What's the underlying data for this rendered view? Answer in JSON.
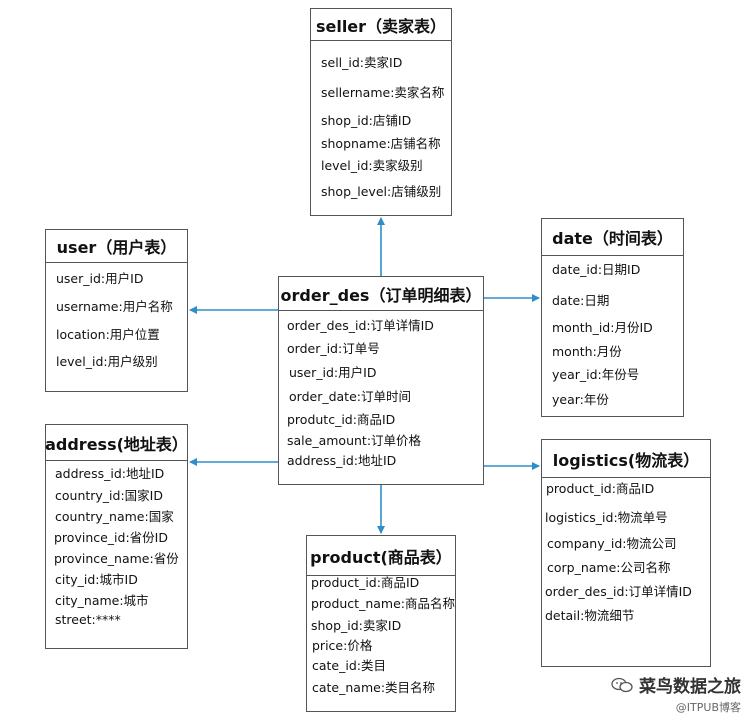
{
  "tables": {
    "seller": {
      "title": "seller（卖家表）",
      "fields": [
        "sell_id:卖家ID",
        "sellername:卖家名称",
        "shop_id:店铺ID",
        "shopname:店铺名称",
        "level_id:卖家级别",
        "shop_level:店铺级别"
      ]
    },
    "user": {
      "title": "user（用户表）",
      "fields": [
        "user_id:用户ID",
        "username:用户名称",
        "location:用户位置",
        "level_id:用户级别"
      ]
    },
    "order_des": {
      "title": "order_des（订单明细表）",
      "fields": [
        "order_des_id:订单详情ID",
        "order_id:订单号",
        "user_id:用户ID",
        "order_date:订单时间",
        "produtc_id:商品ID",
        "sale_amount:订单价格",
        "address_id:地址ID"
      ]
    },
    "date": {
      "title": "date（时间表）",
      "fields": [
        "date_id:日期ID",
        "date:日期",
        "month_id:月份ID",
        "month:月份",
        "year_id:年份号",
        "year:年份"
      ]
    },
    "address": {
      "title": "address(地址表）",
      "fields": [
        "address_id:地址ID",
        "country_id:国家ID",
        "country_name:国家",
        "province_id:省份ID",
        "province_name:省份",
        "city_id:城市ID",
        "city_name:城市",
        "street:****"
      ]
    },
    "logistics": {
      "title": "logistics(物流表）",
      "fields": [
        "product_id:商品ID",
        "logistics_id:物流单号",
        "company_id:物流公司",
        "corp_name:公司名称",
        "order_des_id:订单详情ID",
        "detail:物流细节"
      ]
    },
    "product": {
      "title": "product(商品表）",
      "fields": [
        "product_id:商品ID",
        "product_name:商品名称",
        "shop_id:卖家ID",
        "price:价格",
        "cate_id:类目",
        "cate_name:类目名称"
      ]
    }
  },
  "colors": {
    "arrow": "#2e8fc8",
    "border": "#555555"
  },
  "watermark": {
    "title": "菜鸟数据之旅",
    "subtitle": "@ITPUB博客",
    "icon": "wechat-icon"
  }
}
